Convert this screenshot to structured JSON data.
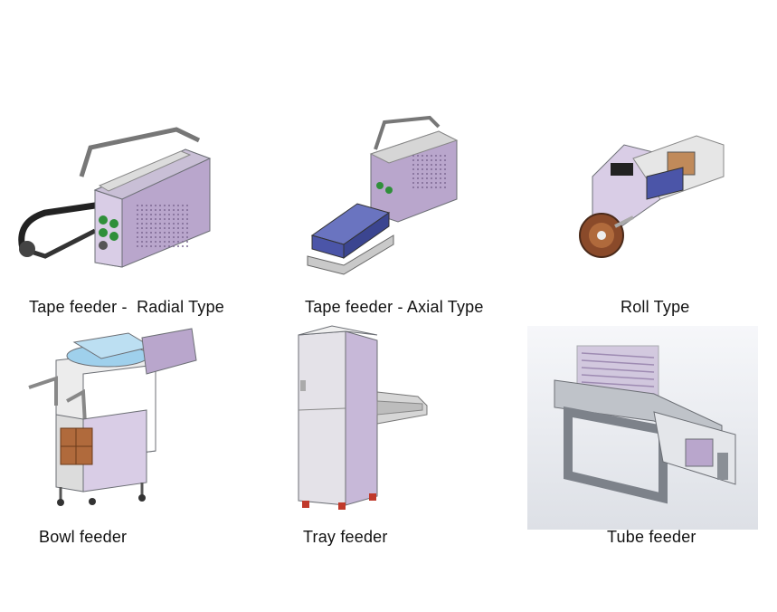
{
  "colors": {
    "purple_body": "#b9a6cc",
    "purple_dark": "#8e7aa8",
    "purple_light": "#d9cde6",
    "steel": "#bfc3c9",
    "steel_dark": "#7d828a",
    "frame": "#6c6f75",
    "green_button": "#2f8f3a",
    "copper": "#b06a3c",
    "blue_bin": "#4b55a8",
    "bg_gray": "#eef0f4"
  },
  "feeders": [
    {
      "caption": "Tape feeder -  Radial Type",
      "image": "tape-feeder-radial-image"
    },
    {
      "caption": "Tape feeder - Axial Type",
      "image": "tape-feeder-axial-image"
    },
    {
      "caption": "Roll Type",
      "image": "roll-type-image"
    },
    {
      "caption": "Bowl feeder",
      "image": "bowl-feeder-image"
    },
    {
      "caption": "Tray feeder",
      "image": "tray-feeder-image"
    },
    {
      "caption": "Tube feeder",
      "image": "tube-feeder-image"
    }
  ]
}
